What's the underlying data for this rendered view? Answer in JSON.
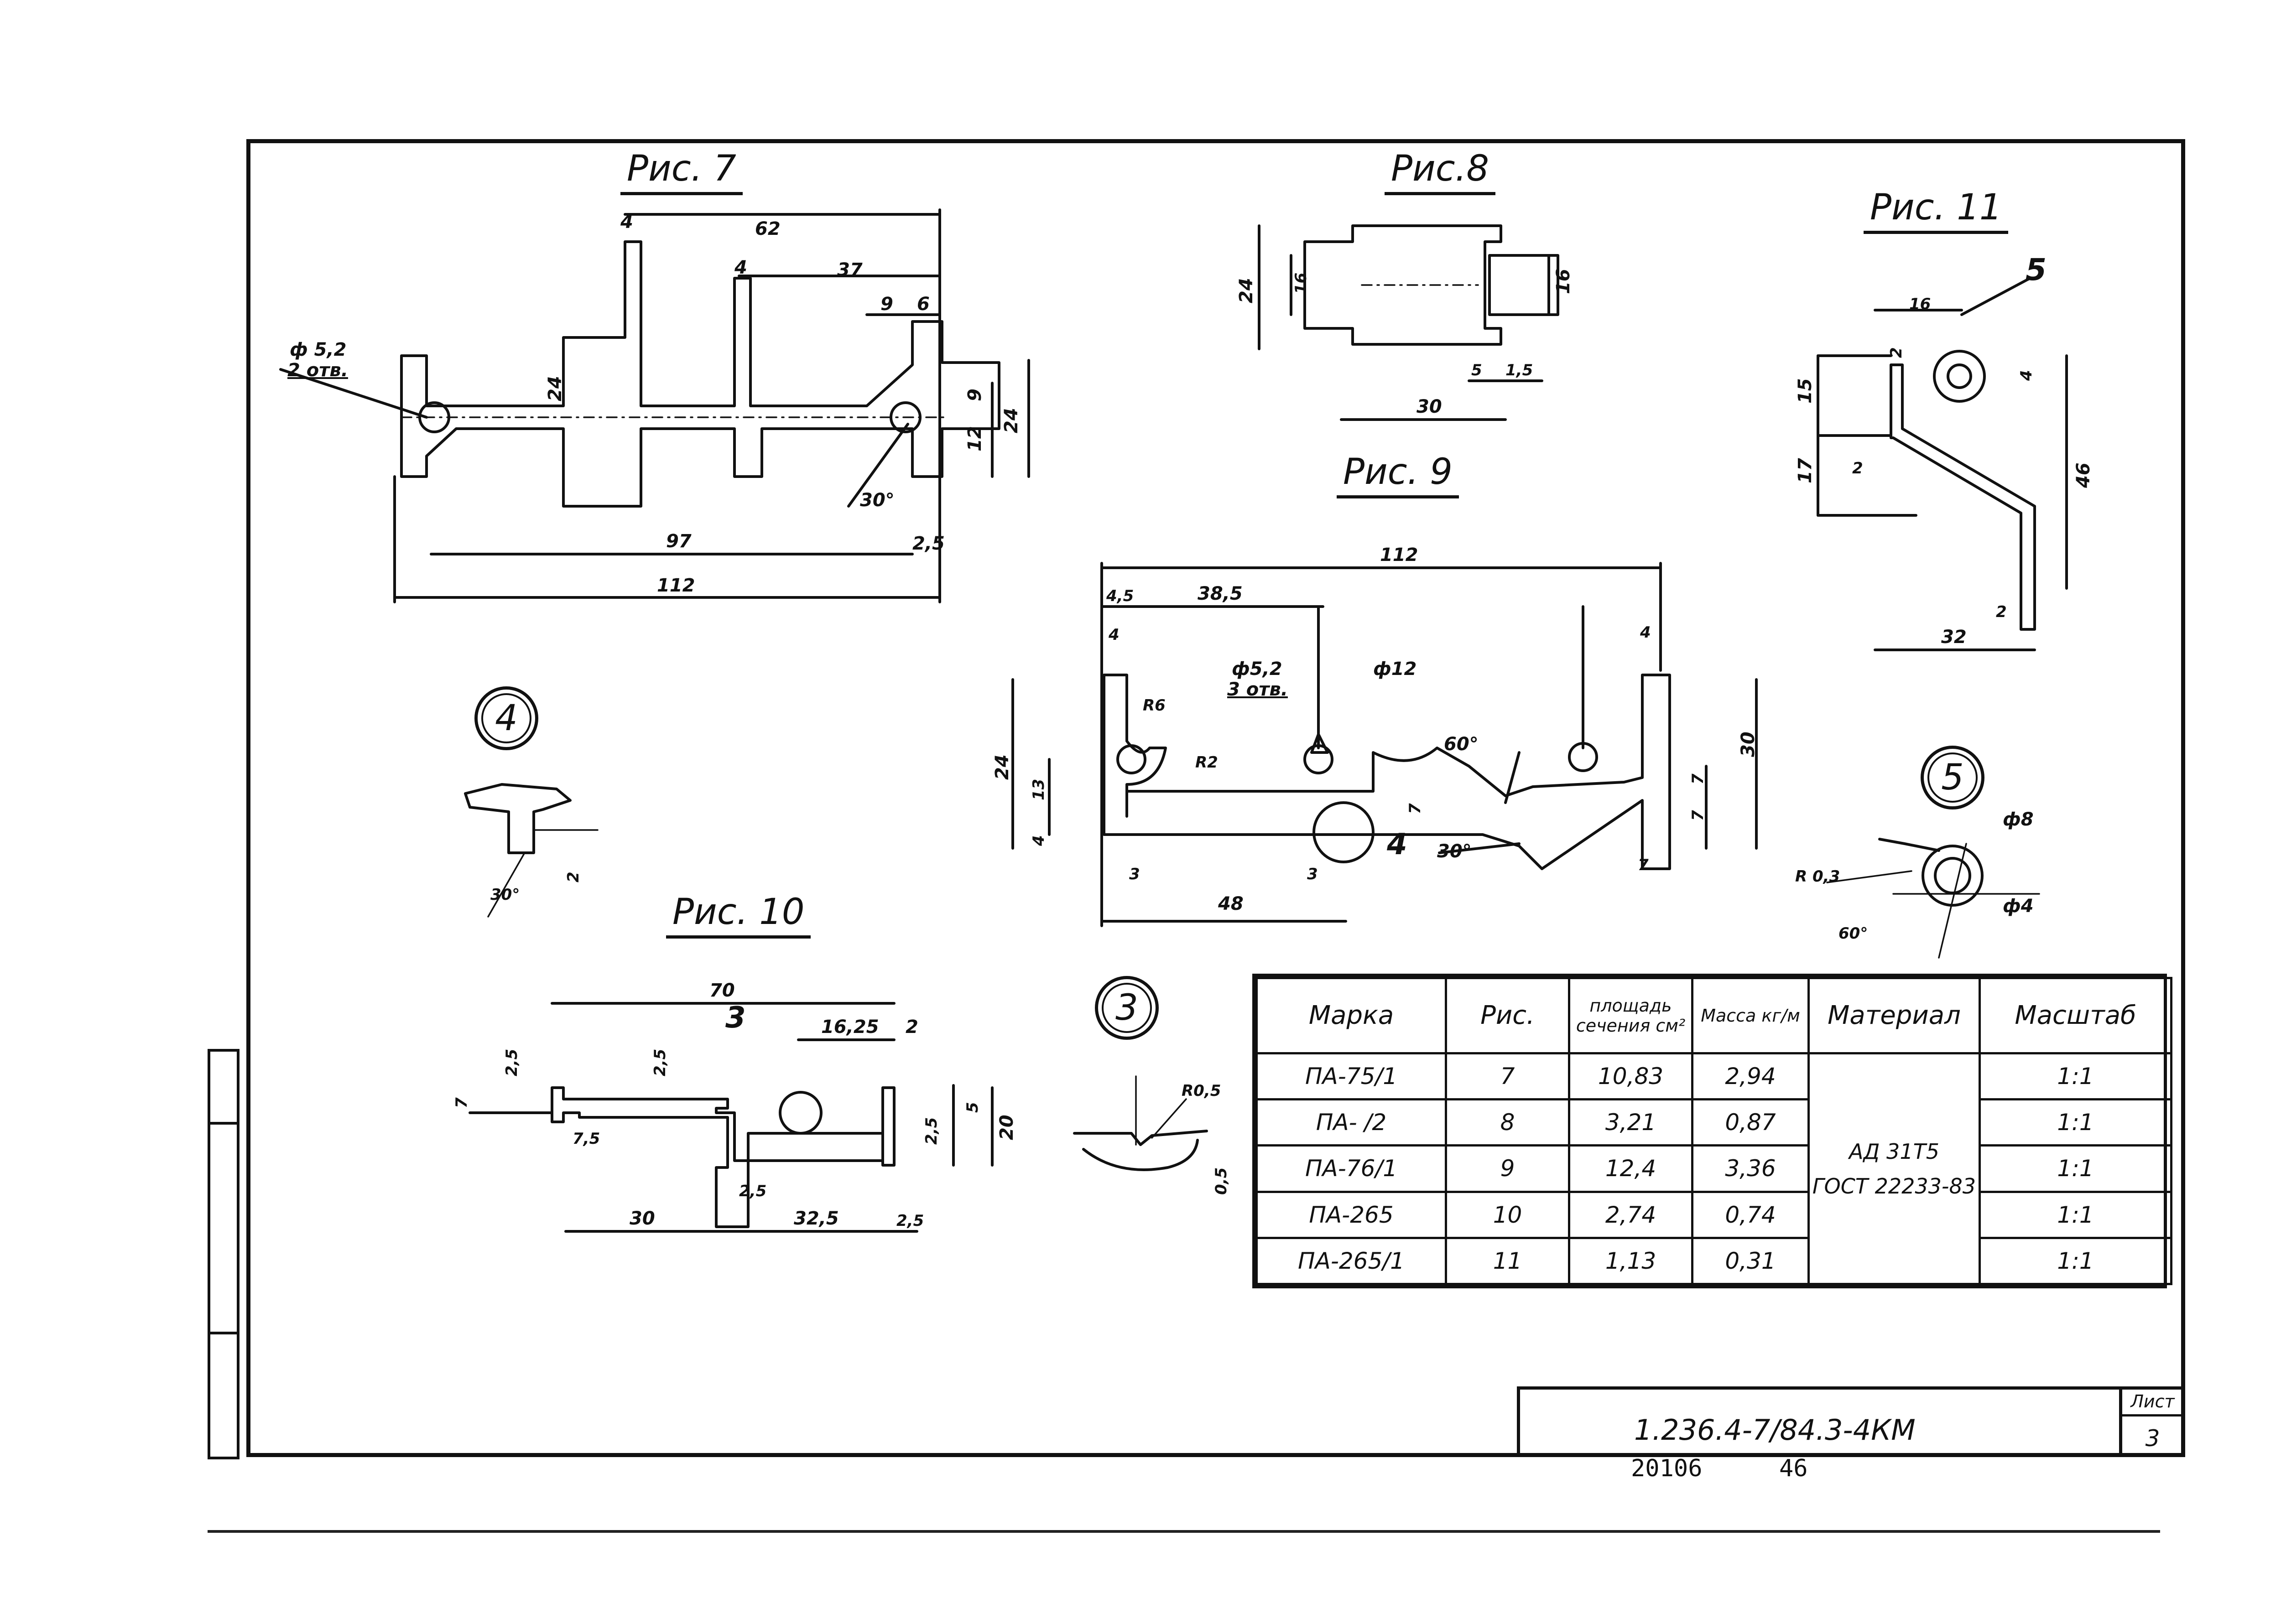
{
  "figures": {
    "fig7": {
      "caption": "Рис. 7"
    },
    "fig8": {
      "caption": "Рис.8"
    },
    "fig9": {
      "caption": "Рис. 9"
    },
    "fig10": {
      "caption": "Рис. 10"
    },
    "fig11": {
      "caption": "Рис. 11"
    }
  },
  "details": [
    {
      "number": "4"
    },
    {
      "number": "5"
    },
    {
      "number": "3"
    }
  ],
  "dimensions": {
    "fig7": [
      "4",
      "62",
      "4",
      "37",
      "9",
      "6",
      "ф 5,2",
      "2 отв.",
      "24",
      "9",
      "12",
      "24",
      "30°",
      "97",
      "2,5",
      "112"
    ],
    "fig8": [
      "24",
      "16",
      "16",
      "5",
      "1,5",
      "30"
    ],
    "fig9": [
      "112",
      "4,5",
      "38,5",
      "4",
      "ф5,2",
      "3 отв.",
      "ф12",
      "R6",
      "R2",
      "60°",
      "4",
      "24",
      "13",
      "4",
      "7",
      "7",
      "7",
      "30",
      "4",
      "30°",
      "3",
      "48",
      "3",
      "7"
    ],
    "fig10": [
      "70",
      "16,25",
      "2",
      "3",
      "2,5",
      "2,5",
      "7",
      "7,5",
      "2,5",
      "5",
      "20",
      "2,5",
      "30",
      "32,5",
      "2,5"
    ],
    "fig11": [
      "16",
      "5",
      "2",
      "4",
      "15",
      "17",
      "2",
      "46",
      "2",
      "32"
    ],
    "detail4": [
      "2",
      "30°"
    ],
    "detail5": [
      "ф8",
      "R 0,3",
      "ф4",
      "60°"
    ],
    "detail3": [
      "R0,5",
      "0,5"
    ]
  },
  "table": {
    "headers": [
      "Марка",
      "Рис.",
      "площадь сечения см²",
      "Масса кг/м",
      "Материал",
      "Масштаб"
    ],
    "rows": [
      [
        "ПА-75/1",
        "7",
        "10,83",
        "2,94",
        "1:1"
      ],
      [
        "ПА- /2",
        "8",
        "3,21",
        "0,87",
        "1:1"
      ],
      [
        "ПА-76/1",
        "9",
        "12,4",
        "3,36",
        "1:1"
      ],
      [
        "ПА-265",
        "10",
        "2,74",
        "0,74",
        "1:1"
      ],
      [
        "ПА-265/1",
        "11",
        "1,13",
        "0,31",
        "1:1"
      ]
    ],
    "material_lines": [
      "АД 31Т5",
      "ГОСТ 22233-83"
    ]
  },
  "title_block": {
    "code": "1.236.4-7/84.3-4КМ",
    "sheet_label": "Лист",
    "sheet_number": "3"
  },
  "archive": {
    "number": "20106",
    "page": "46"
  }
}
